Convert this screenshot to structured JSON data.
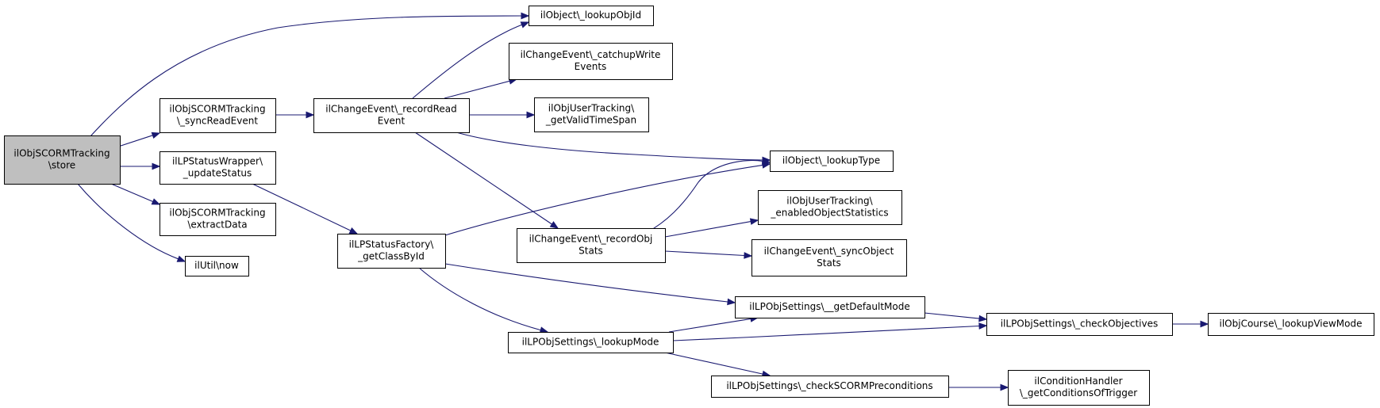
{
  "graph": {
    "colors": {
      "edge": "#191970",
      "node_border": "#000000",
      "root_fill": "#bfbfbf",
      "node_fill": "#ffffff"
    },
    "nodes": {
      "store": [
        "ilObjSCORMTracking",
        "\\store"
      ],
      "sync_read": [
        "ilObjSCORMTracking",
        "\\_syncReadEvent"
      ],
      "update_status": [
        "ilLPStatusWrapper\\",
        "_updateStatus"
      ],
      "extract_data": [
        "ilObjSCORMTracking",
        "\\extractData"
      ],
      "util_now": [
        "ilUtil\\now"
      ],
      "record_read": [
        "ilChangeEvent\\_recordRead",
        "Event"
      ],
      "class_by_id": [
        "ilLPStatusFactory\\",
        "_getClassById"
      ],
      "lookup_obj_id": [
        "ilObject\\_lookupObjId"
      ],
      "catchup": [
        "ilChangeEvent\\_catchupWrite",
        "Events"
      ],
      "valid_time": [
        "ilObjUserTracking\\",
        "_getValidTimeSpan"
      ],
      "record_obj_stats": [
        "ilChangeEvent\\_recordObj",
        "Stats"
      ],
      "lookup_mode": [
        "ilLPObjSettings\\_lookupMode"
      ],
      "lookup_type": [
        "ilObject\\_lookupType"
      ],
      "enabled_stats": [
        "ilObjUserTracking\\",
        "_enabledObjectStatistics"
      ],
      "sync_obj_stats": [
        "ilChangeEvent\\_syncObject",
        "Stats"
      ],
      "default_mode": [
        "ilLPObjSettings\\__getDefaultMode"
      ],
      "scorm_precond": [
        "ilLPObjSettings\\_checkSCORMPreconditions"
      ],
      "check_objectives": [
        "ilLPObjSettings\\_checkObjectives"
      ],
      "cond_trigger": [
        "ilConditionHandler",
        "\\_getConditionsOfTrigger"
      ],
      "course_view_mode": [
        "ilObjCourse\\_lookupViewMode"
      ]
    },
    "edges": [
      [
        "store",
        "lookup_obj_id"
      ],
      [
        "store",
        "sync_read"
      ],
      [
        "store",
        "update_status"
      ],
      [
        "store",
        "extract_data"
      ],
      [
        "store",
        "util_now"
      ],
      [
        "sync_read",
        "record_read"
      ],
      [
        "record_read",
        "lookup_obj_id"
      ],
      [
        "record_read",
        "catchup"
      ],
      [
        "record_read",
        "valid_time"
      ],
      [
        "record_read",
        "lookup_type"
      ],
      [
        "record_read",
        "record_obj_stats"
      ],
      [
        "update_status",
        "class_by_id"
      ],
      [
        "class_by_id",
        "lookup_type"
      ],
      [
        "class_by_id",
        "default_mode"
      ],
      [
        "class_by_id",
        "lookup_mode"
      ],
      [
        "record_obj_stats",
        "lookup_type"
      ],
      [
        "record_obj_stats",
        "enabled_stats"
      ],
      [
        "record_obj_stats",
        "sync_obj_stats"
      ],
      [
        "lookup_mode",
        "default_mode"
      ],
      [
        "lookup_mode",
        "check_objectives"
      ],
      [
        "lookup_mode",
        "scorm_precond"
      ],
      [
        "default_mode",
        "check_objectives"
      ],
      [
        "check_objectives",
        "course_view_mode"
      ],
      [
        "scorm_precond",
        "cond_trigger"
      ]
    ]
  }
}
